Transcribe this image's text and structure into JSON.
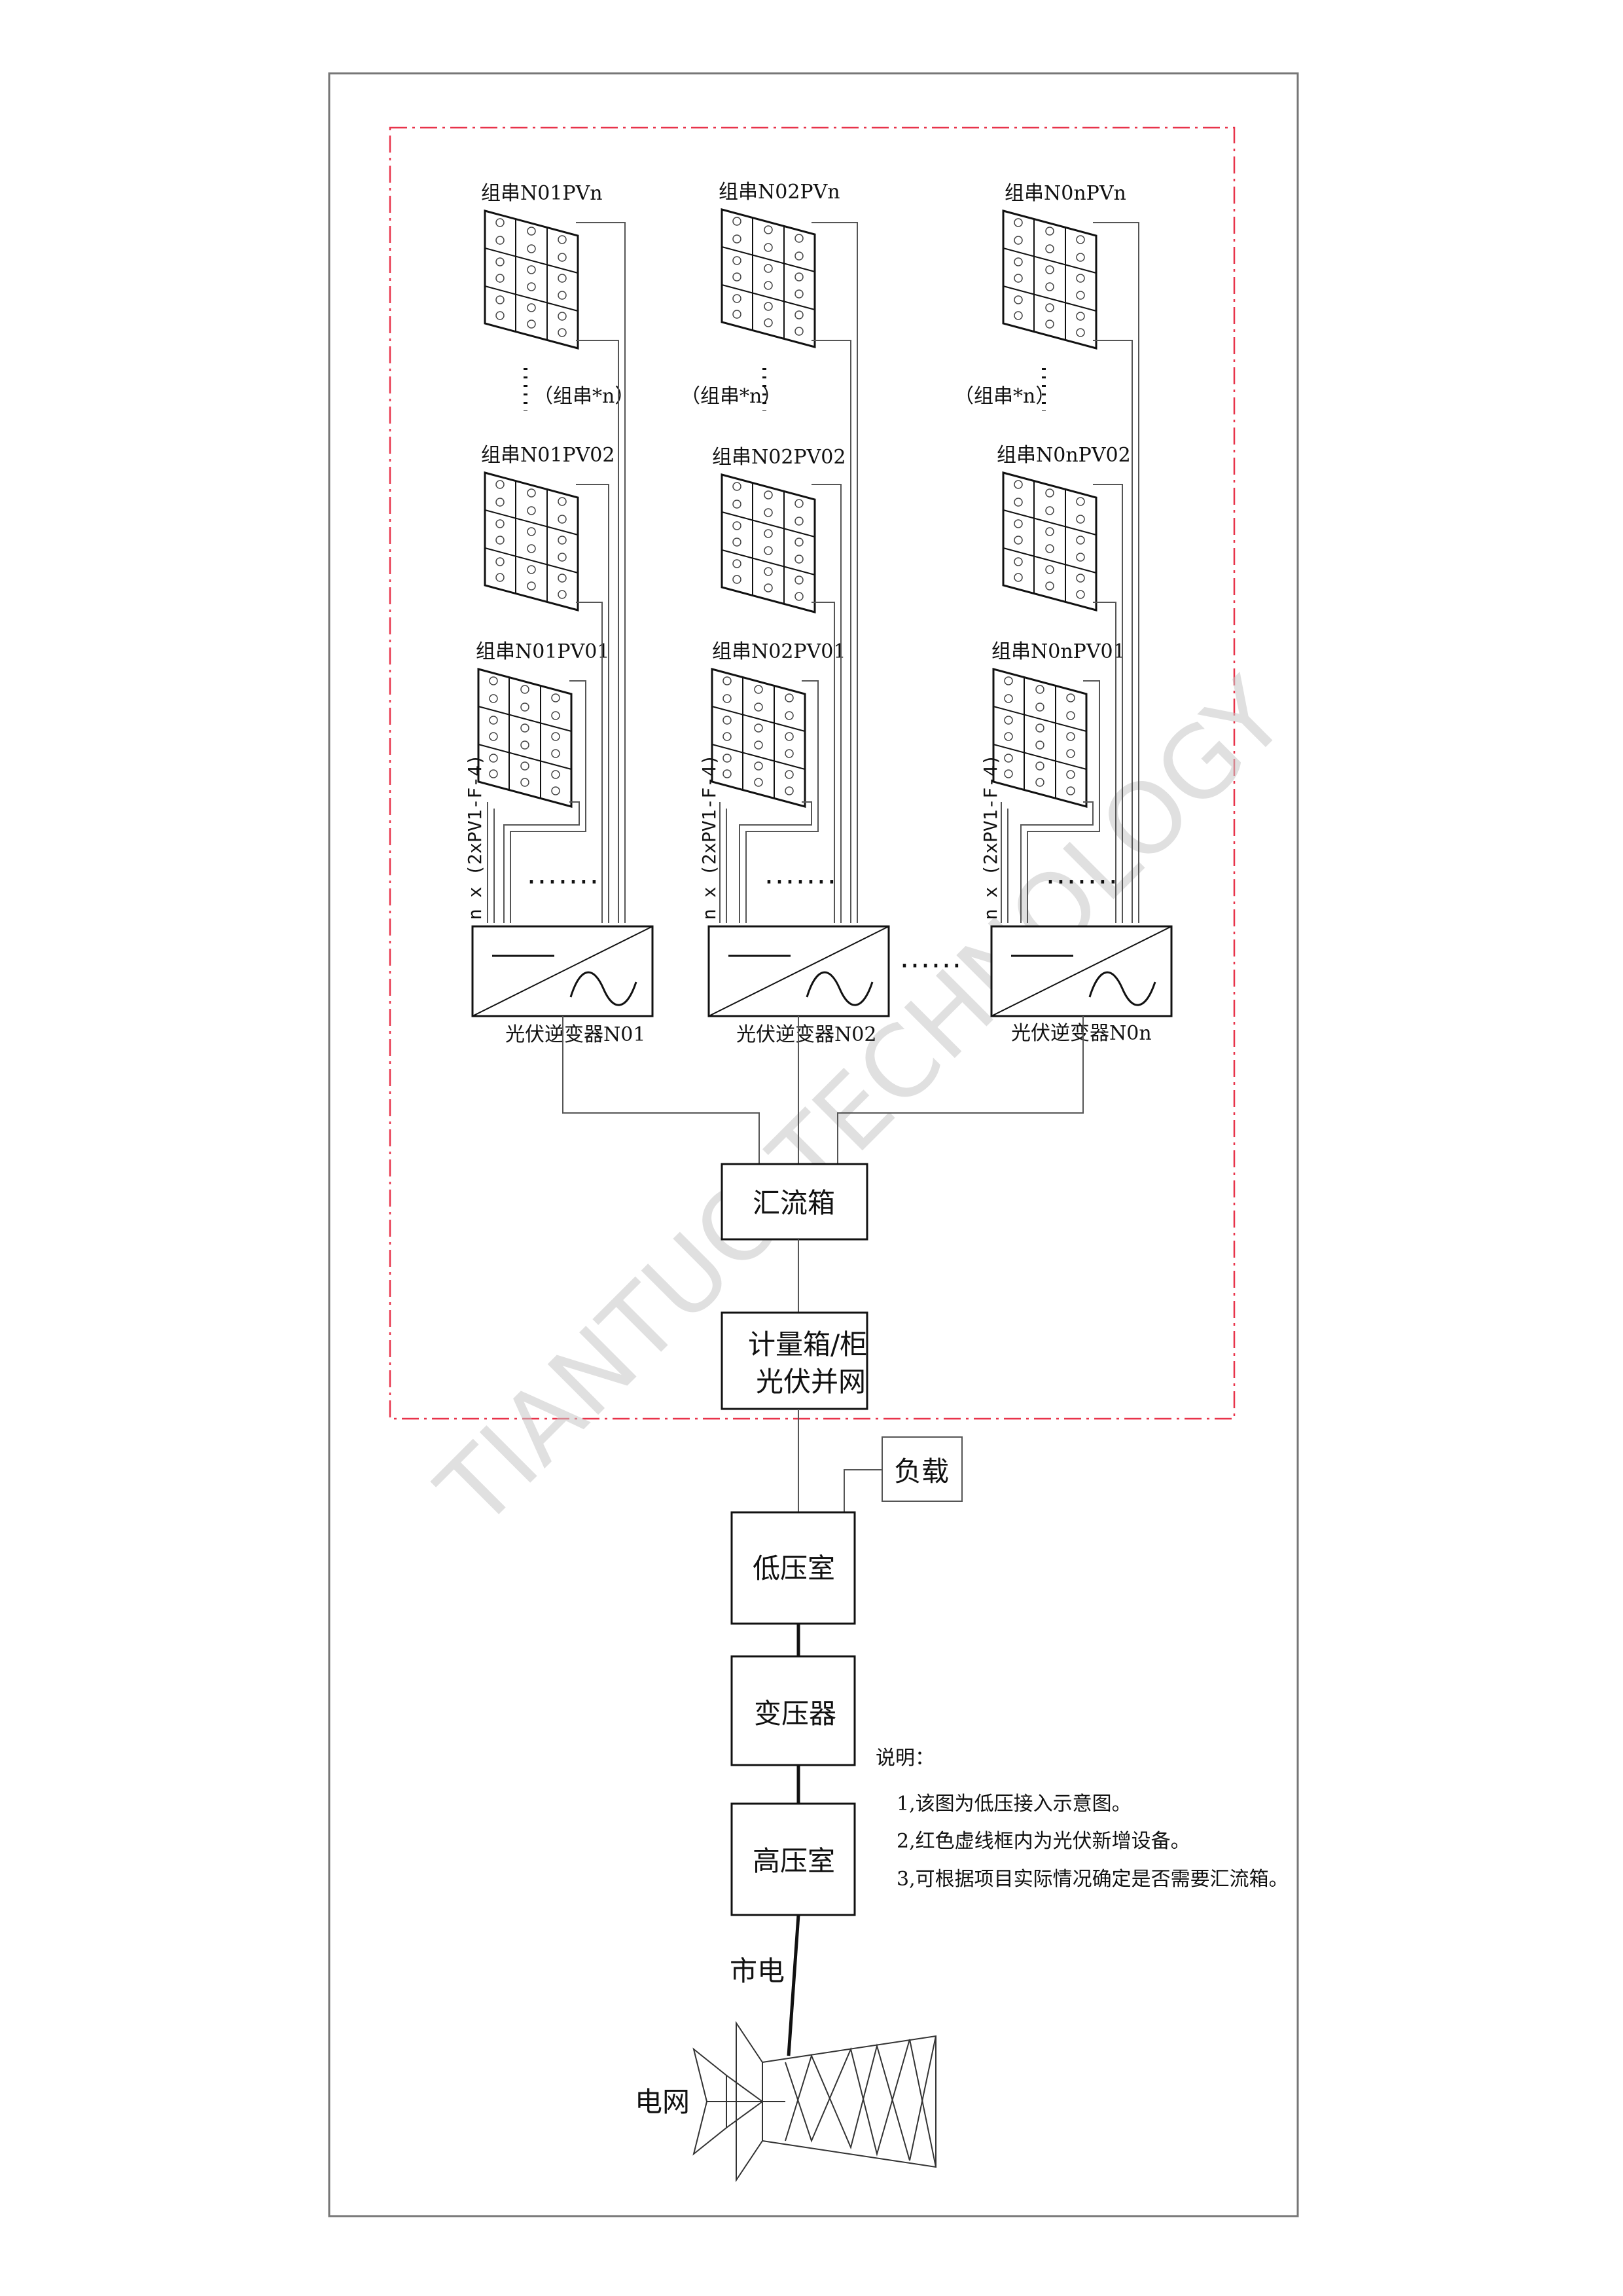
{
  "strings": [
    {
      "id": "s1",
      "top": "组串N01PVn",
      "mid": "组串N01PV02",
      "bot": "组串N01PV01",
      "ellipsis": "（组串*n）",
      "cable": "n x (2xPV1-F-4)",
      "inverter": "光伏逆变器N01"
    },
    {
      "id": "s2",
      "top": "组串N02PVn",
      "mid": "组串N02PV02",
      "bot": "组串N02PV01",
      "ellipsis": "（组串*n）",
      "cable": "n x (2xPV1-F-4)",
      "inverter": "光伏逆变器N02"
    },
    {
      "id": "s3",
      "top": "组串N0nPVn",
      "mid": "组串N0nPV02",
      "bot": "组串N0nPV01",
      "ellipsis": "（组串*n）",
      "cable": "n x (2xPV1-F-4)",
      "inverter": "光伏逆变器N0n"
    }
  ],
  "cable_dots": "·······",
  "inverter_dots": "······",
  "combiner_box": "汇流箱",
  "meter_box": {
    "line1": "计量箱/柜",
    "line2": "光伏并网"
  },
  "load": "负载",
  "low_voltage_room": "低压室",
  "transformer": "变压器",
  "high_voltage_room": "高压室",
  "mains": "市电",
  "grid": "电网",
  "notes": {
    "title": "说明：",
    "items": [
      "1,该图为低压接入示意图。",
      "2,红色虚线框内为光伏新增设备。",
      "3,可根据项目实际情况确定是否需要汇流箱。"
    ]
  },
  "watermark": "TIANTUO TECHNOLOGY",
  "colors": {
    "dashed_frame": "#e8334a",
    "line": "#111111",
    "thin_line": "#555555",
    "watermark": "#c8c8c8"
  }
}
